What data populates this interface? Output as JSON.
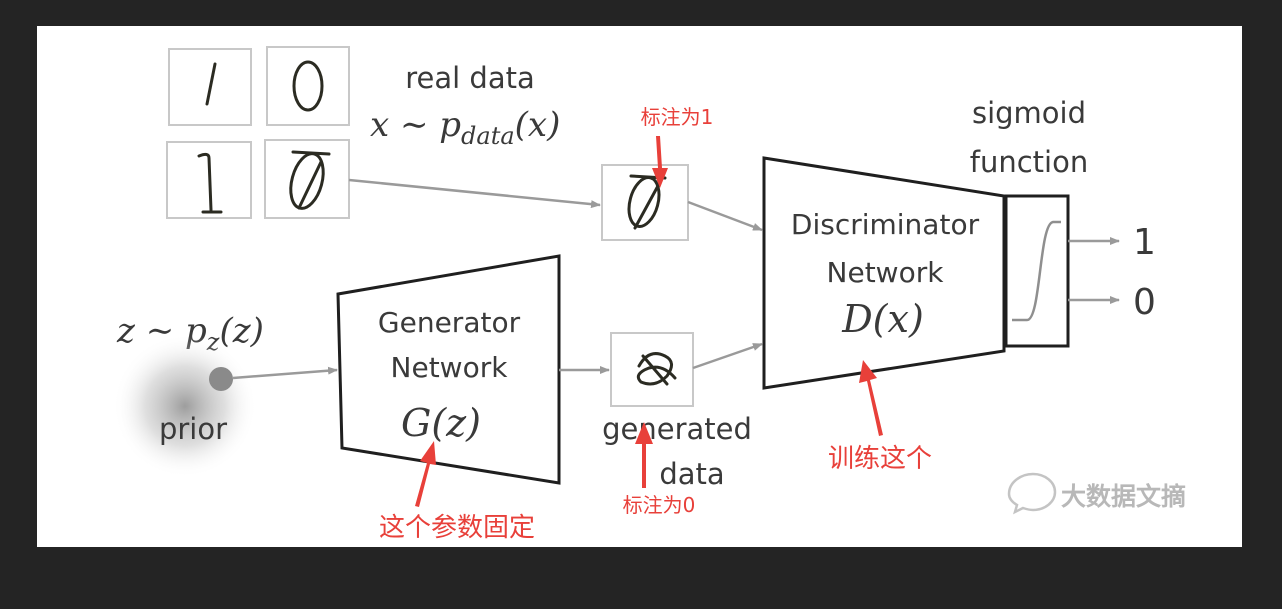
{
  "real_data": {
    "label": "real data",
    "formula": "x ∼ p",
    "formula_sub": "data",
    "formula_tail": "(x)",
    "digits": [
      "/",
      "0",
      "1",
      "0"
    ]
  },
  "prior": {
    "formula": "z ∼ p",
    "formula_sub": "z",
    "formula_tail": "(z)",
    "label": "prior"
  },
  "generator": {
    "line1": "Generator",
    "line2": "Network",
    "func": "G(z)"
  },
  "generated": {
    "line1": "generated",
    "line2": "data"
  },
  "discriminator": {
    "line1": "Discriminator",
    "line2": "Network",
    "func": "D(x)"
  },
  "sigmoid": {
    "line1": "sigmoid",
    "line2": "function"
  },
  "outputs": [
    "1",
    "0"
  ],
  "annotations": {
    "label_real": "标注为1",
    "label_fake": "标注为0",
    "train_this": "训练这个",
    "fixed_params": "这个参数固定"
  },
  "watermark": "大数据文摘",
  "colors": {
    "background": "#242424",
    "panel": "#ffffff",
    "annotation": "#e8403a",
    "arrow": "#9a9a9a",
    "stroke": "#1f1f1f"
  }
}
